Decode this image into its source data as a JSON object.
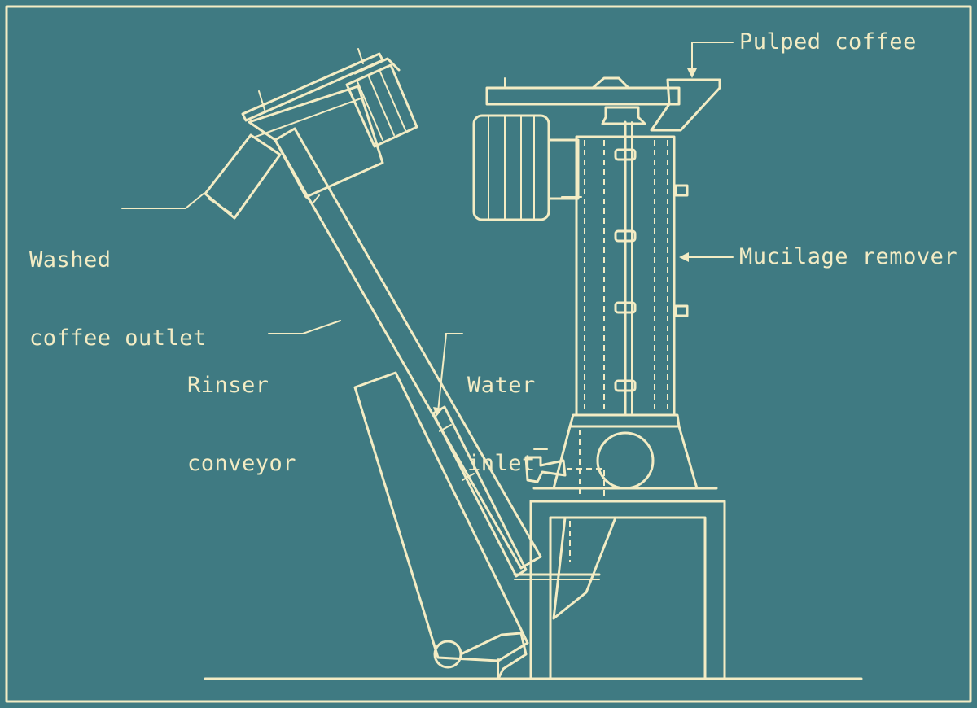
{
  "diagram": {
    "labels": {
      "washed_outlet_line1": "Washed",
      "washed_outlet_line2": "coffee outlet",
      "pulped_coffee": "Pulped coffee",
      "mucilage_remover": "Mucilage remover",
      "rinser_line1": "Rinser",
      "rinser_line2": "conveyor",
      "water_line1": "Water",
      "water_line2": "inlet"
    },
    "colors": {
      "background": "#3f7a82",
      "ink": "#f3ecc4"
    }
  }
}
